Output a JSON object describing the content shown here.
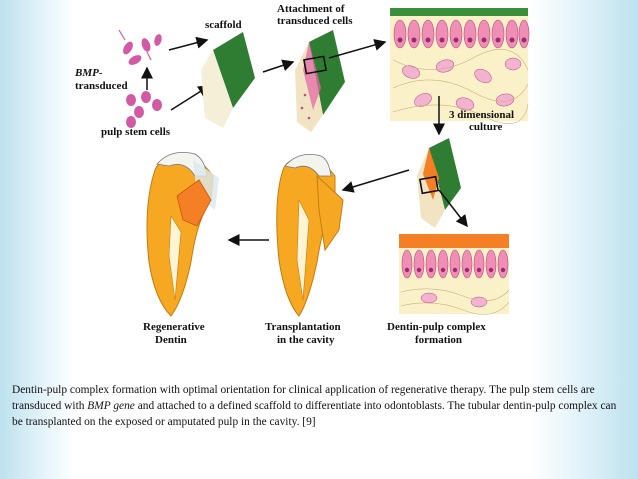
{
  "figure": {
    "labels": {
      "bmp_line1": "BMP-",
      "bmp_line2": "transduced",
      "pulp_stem_cells": "pulp stem cells",
      "scaffold": "scaffold",
      "attachment_line1": "Attachment of",
      "attachment_line2": "transduced cells",
      "culture_line1": "3 dimensional",
      "culture_line2": "culture",
      "regenerative_line1": "Regenerative",
      "regenerative_line2": "Dentin",
      "transplantation_line1": "Transplantation",
      "transplantation_line2": "in the cavity",
      "dentin_pulp_line1": "Dentin-pulp complex",
      "dentin_pulp_line2": "formation"
    }
  },
  "caption": {
    "part1": "Dentin-pulp complex formation with optimal orientation for clinical application of regenerative therapy. The pulp stem cells are transduced with ",
    "gene": "BMP gene",
    "part2": " and attached to a defined scaffold to differentiate into odontoblasts. The tubular dentin-pulp complex can be transplanted on the exposed or amputated pulp in the cavity. [9]"
  },
  "colors": {
    "scaffold_green": "#2e7d32",
    "dentin_orange": "#f7a823",
    "pulp_cell_pink": "#d25aa5",
    "background_blue": "#bde1ef"
  }
}
